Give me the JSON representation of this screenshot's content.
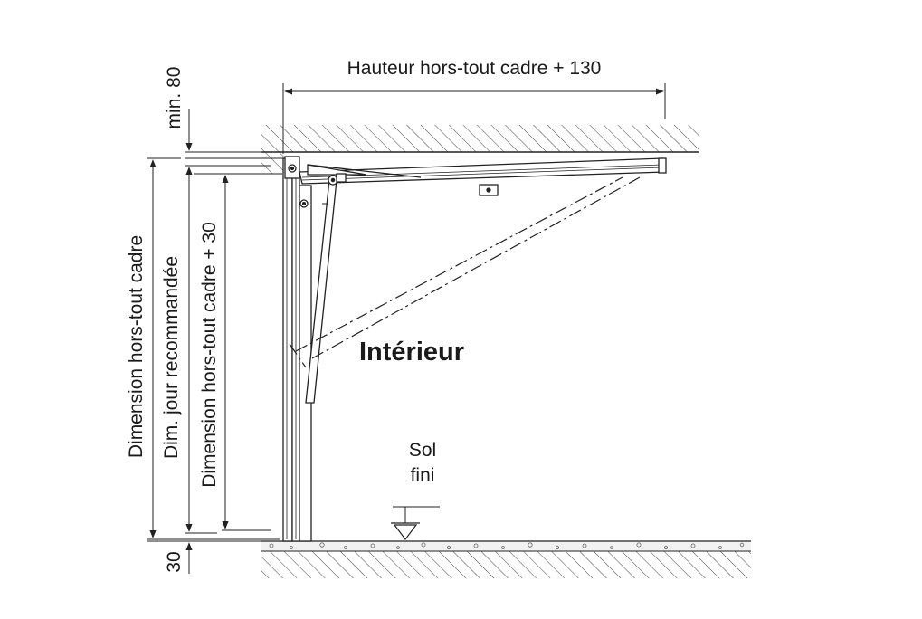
{
  "labels": {
    "top_dimension": "Hauteur hors-tout cadre + 130",
    "min_clearance": "min. 80",
    "frame_height": "Dimension hors-tout cadre",
    "recommended_opening": "Dim. jour recommandée",
    "frame_height_plus": "Dimension hors-tout cadre + 30",
    "floor_offset": "30",
    "interior": "Intérieur",
    "floor_line1": "Sol",
    "floor_line2": "fini"
  }
}
